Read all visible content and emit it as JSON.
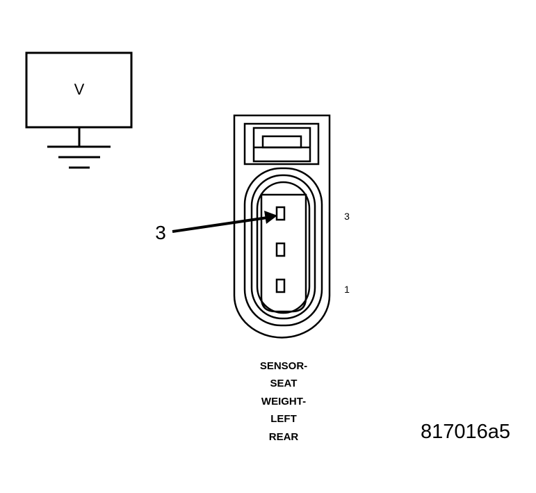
{
  "meter": {
    "symbol": "V"
  },
  "connector": {
    "pin_labels": {
      "top": "3",
      "bottom": "1"
    },
    "pins": 3
  },
  "callout": {
    "number": "3"
  },
  "caption": {
    "lines": [
      "SENSOR-",
      "SEAT",
      "WEIGHT-",
      "LEFT",
      "REAR"
    ]
  },
  "figure_id": "817016a5",
  "colors": {
    "line": "#000000",
    "background": "#ffffff"
  }
}
